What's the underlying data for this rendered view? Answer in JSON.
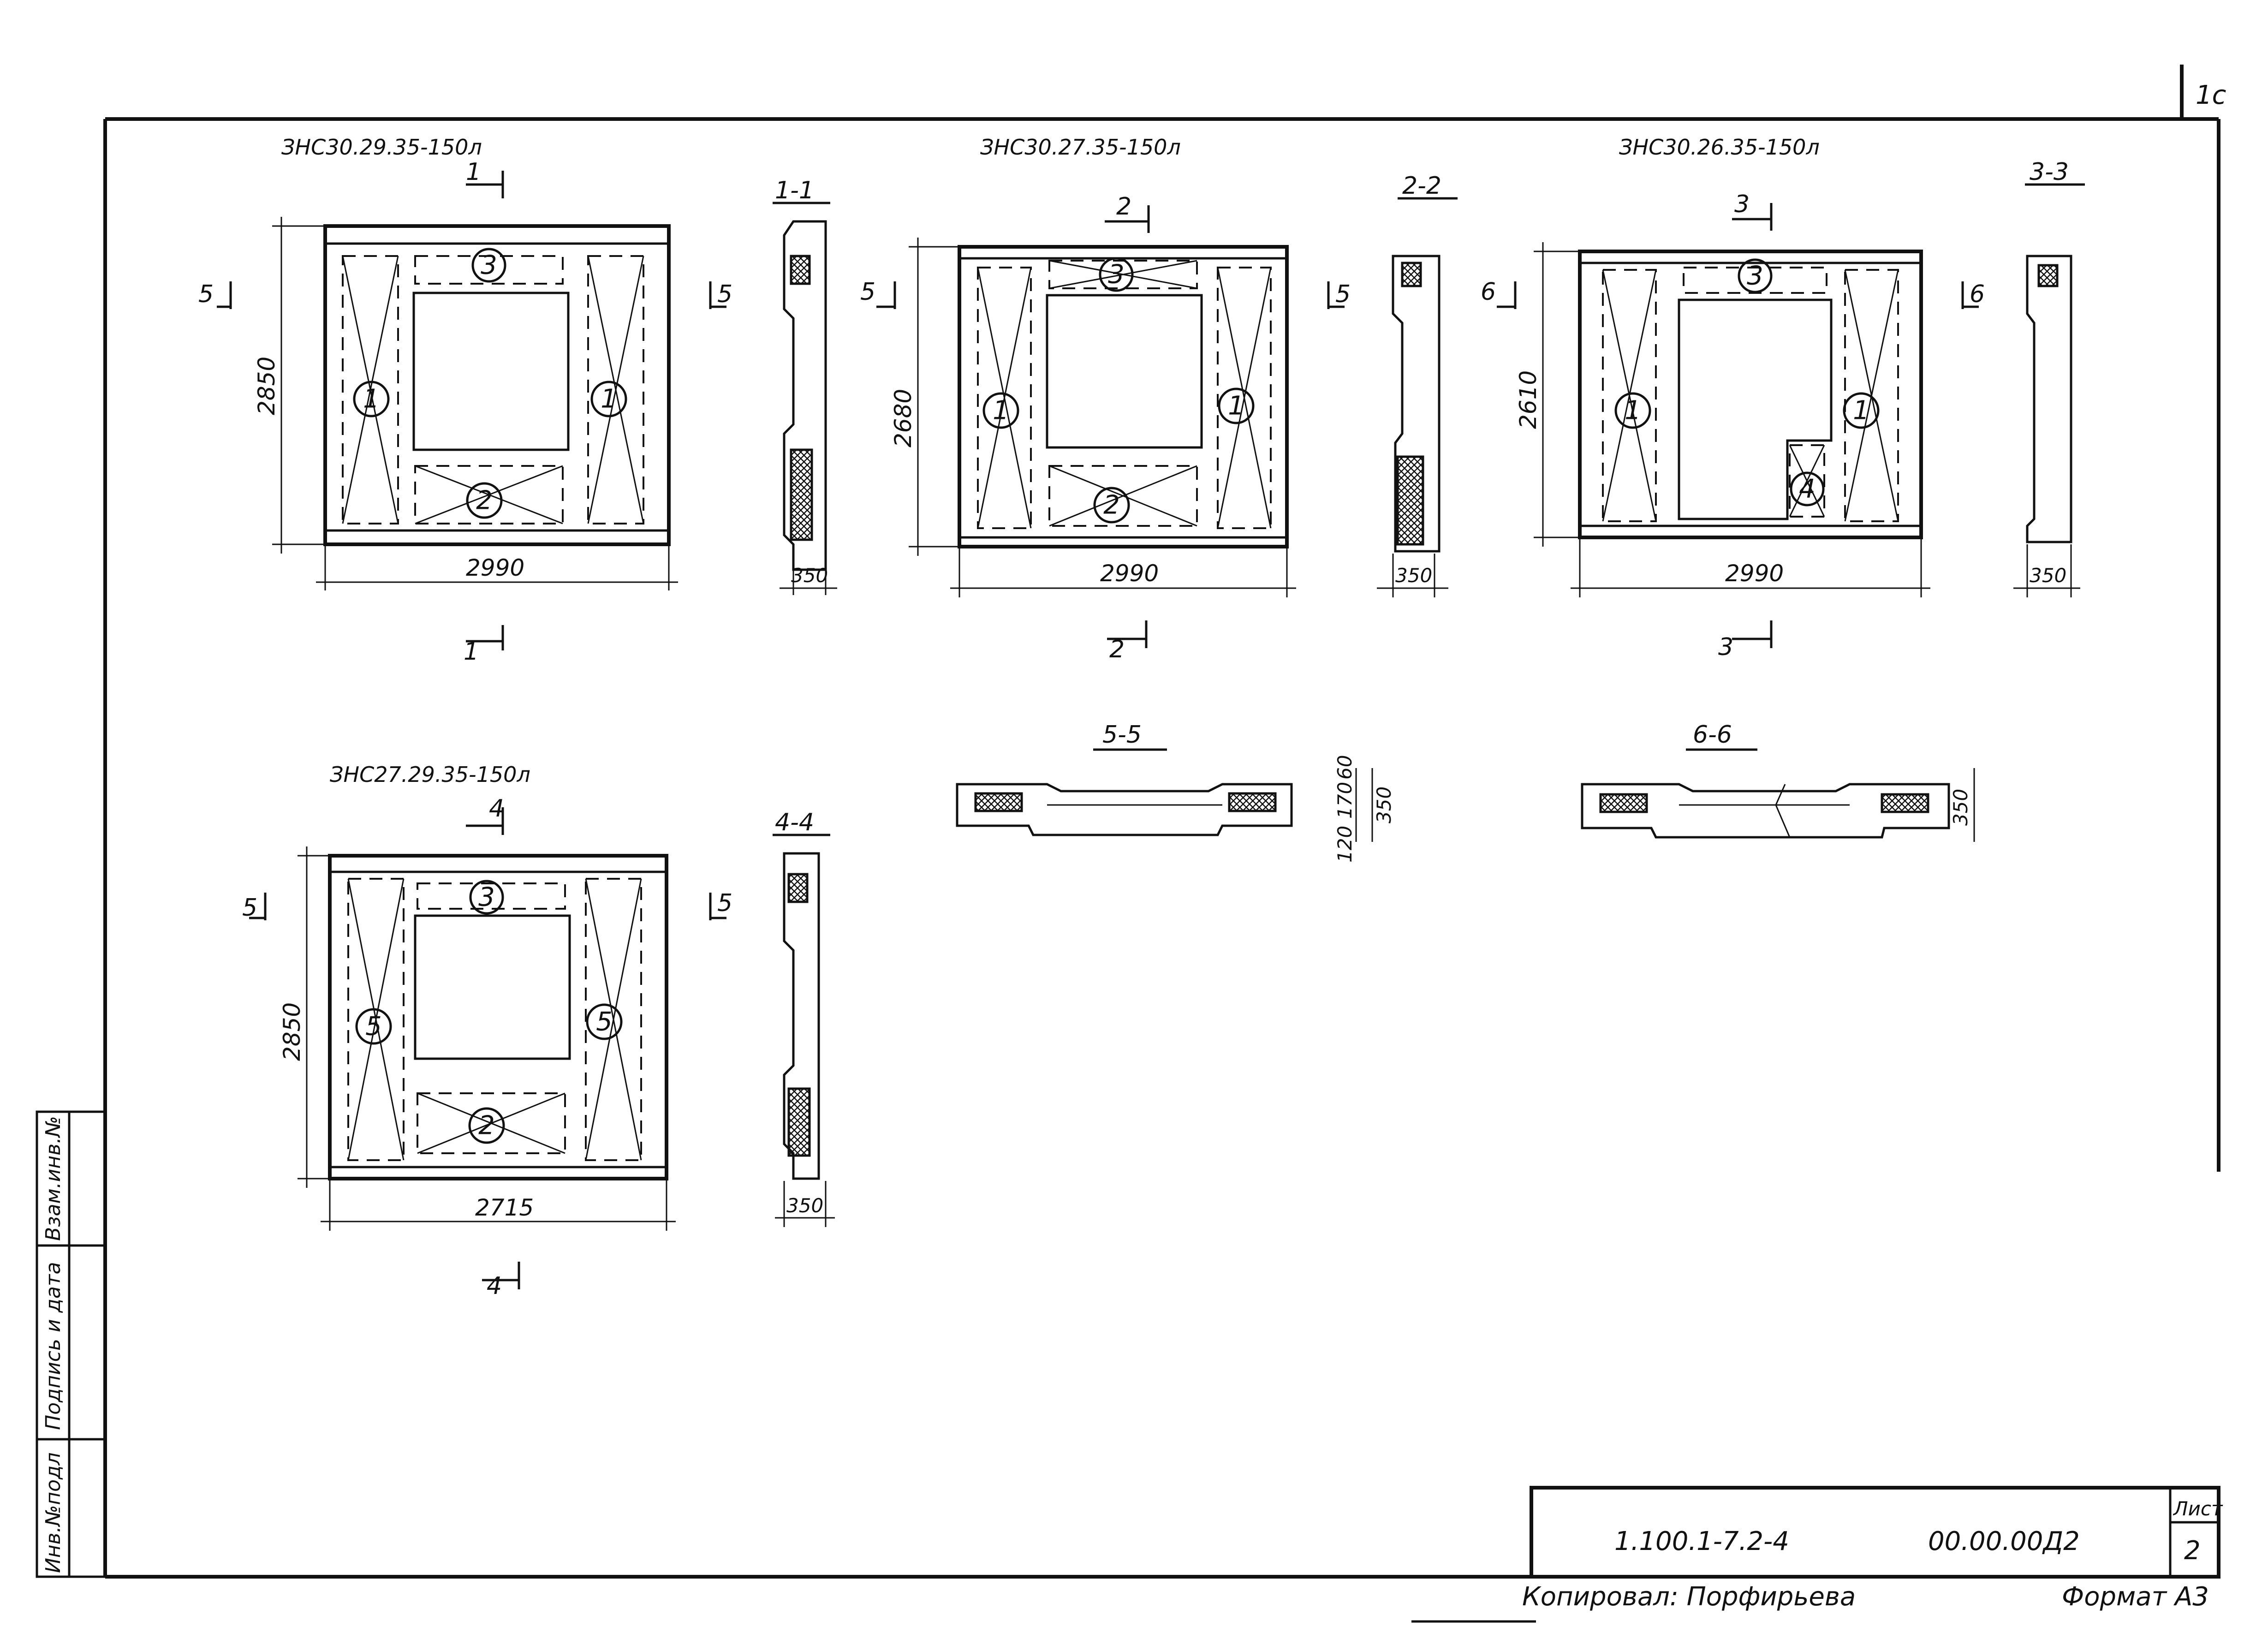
{
  "sheet": {
    "corner_mark": "1c",
    "copied_by": "Копировал: Порфирьева",
    "format": "Формат А3"
  },
  "title_block": {
    "doc_code": "1.100.1-7.2-4",
    "drawing_code": "00.00.00Д2",
    "sheet_label": "Лист",
    "sheet_number": "2"
  },
  "side_stamp": {
    "inv_podl": "Инв.№подл",
    "signature_date": "Подпись и дата",
    "vzam_inv": "Взам.инв.№"
  },
  "panels": [
    {
      "title": "ЗНС30.29.35-150л",
      "height": "2850",
      "width": "2990",
      "cut_top": "1",
      "cut_bottom": "1",
      "side_left": "5",
      "side_right": "5",
      "section": "1-1",
      "section_width": "350",
      "marks": [
        "1",
        "1",
        "2",
        "3"
      ]
    },
    {
      "title": "ЗНС30.27.35-150л",
      "height": "2680",
      "width": "2990",
      "cut_top": "2",
      "cut_bottom": "2",
      "side_left": "5",
      "side_right": "5",
      "section": "2-2",
      "section_width": "350",
      "marks": [
        "1",
        "1",
        "2",
        "3"
      ]
    },
    {
      "title": "ЗНС30.26.35-150л",
      "height": "2610",
      "width": "2990",
      "cut_top": "3",
      "cut_bottom": "3",
      "side_left": "6",
      "side_right": "6",
      "section": "3-3",
      "section_width": "350",
      "marks": [
        "1",
        "1",
        "3",
        "4"
      ]
    },
    {
      "title": "ЗНС27.29.35-150л",
      "height": "2850",
      "width": "2715",
      "cut_top": "4",
      "cut_bottom": "4",
      "side_left": "5",
      "side_right": "5",
      "section": "4-4",
      "section_width": "350",
      "marks": [
        "5",
        "5",
        "2",
        "3"
      ]
    }
  ],
  "plan_sections": [
    {
      "label": "5-5",
      "dims": [
        "60",
        "170",
        "120",
        "350"
      ]
    },
    {
      "label": "6-6",
      "dims": [
        "350"
      ]
    }
  ]
}
